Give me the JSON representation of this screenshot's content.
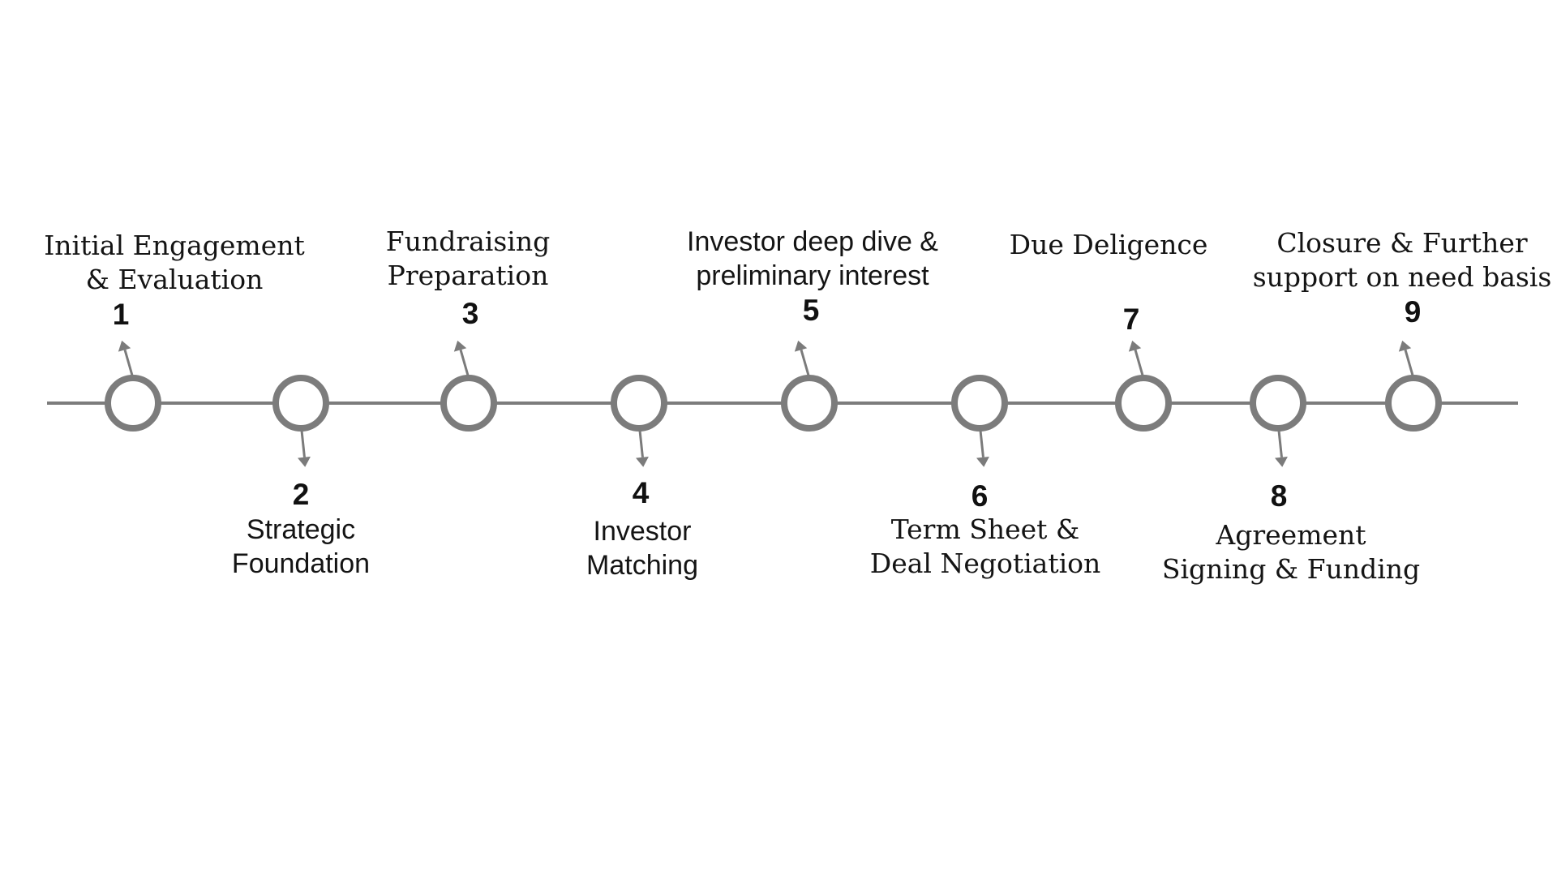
{
  "diagram": {
    "type": "process-timeline",
    "orientation": "horizontal",
    "step_count": 9
  },
  "colors": {
    "background": "#ffffff",
    "line": "#7c7c7c",
    "circle_stroke": "#7c7c7c",
    "arrow": "#7b7b7b",
    "number_text": "#111111",
    "label_text": "#141414"
  },
  "steps": [
    {
      "num": "1",
      "label": "Initial Engagement\n& Evaluation",
      "position": "above",
      "style": "serif"
    },
    {
      "num": "2",
      "label": "Strategic\nFoundation",
      "position": "below",
      "style": "sans"
    },
    {
      "num": "3",
      "label": "Fundraising\nPreparation",
      "position": "above",
      "style": "serif"
    },
    {
      "num": "4",
      "label": "Investor\nMatching",
      "position": "below",
      "style": "sans"
    },
    {
      "num": "5",
      "label": "Investor deep dive &\npreliminary interest",
      "position": "above",
      "style": "sans"
    },
    {
      "num": "6",
      "label": "Term Sheet &\nDeal Negotiation",
      "position": "below",
      "style": "serif"
    },
    {
      "num": "7",
      "label": "Due Deligence",
      "position": "above",
      "style": "serif"
    },
    {
      "num": "8",
      "label": "Agreement\nSigning & Funding",
      "position": "below",
      "style": "serif"
    },
    {
      "num": "9",
      "label": "Closure & Further\nsupport on need basis",
      "position": "above",
      "style": "serif"
    }
  ]
}
